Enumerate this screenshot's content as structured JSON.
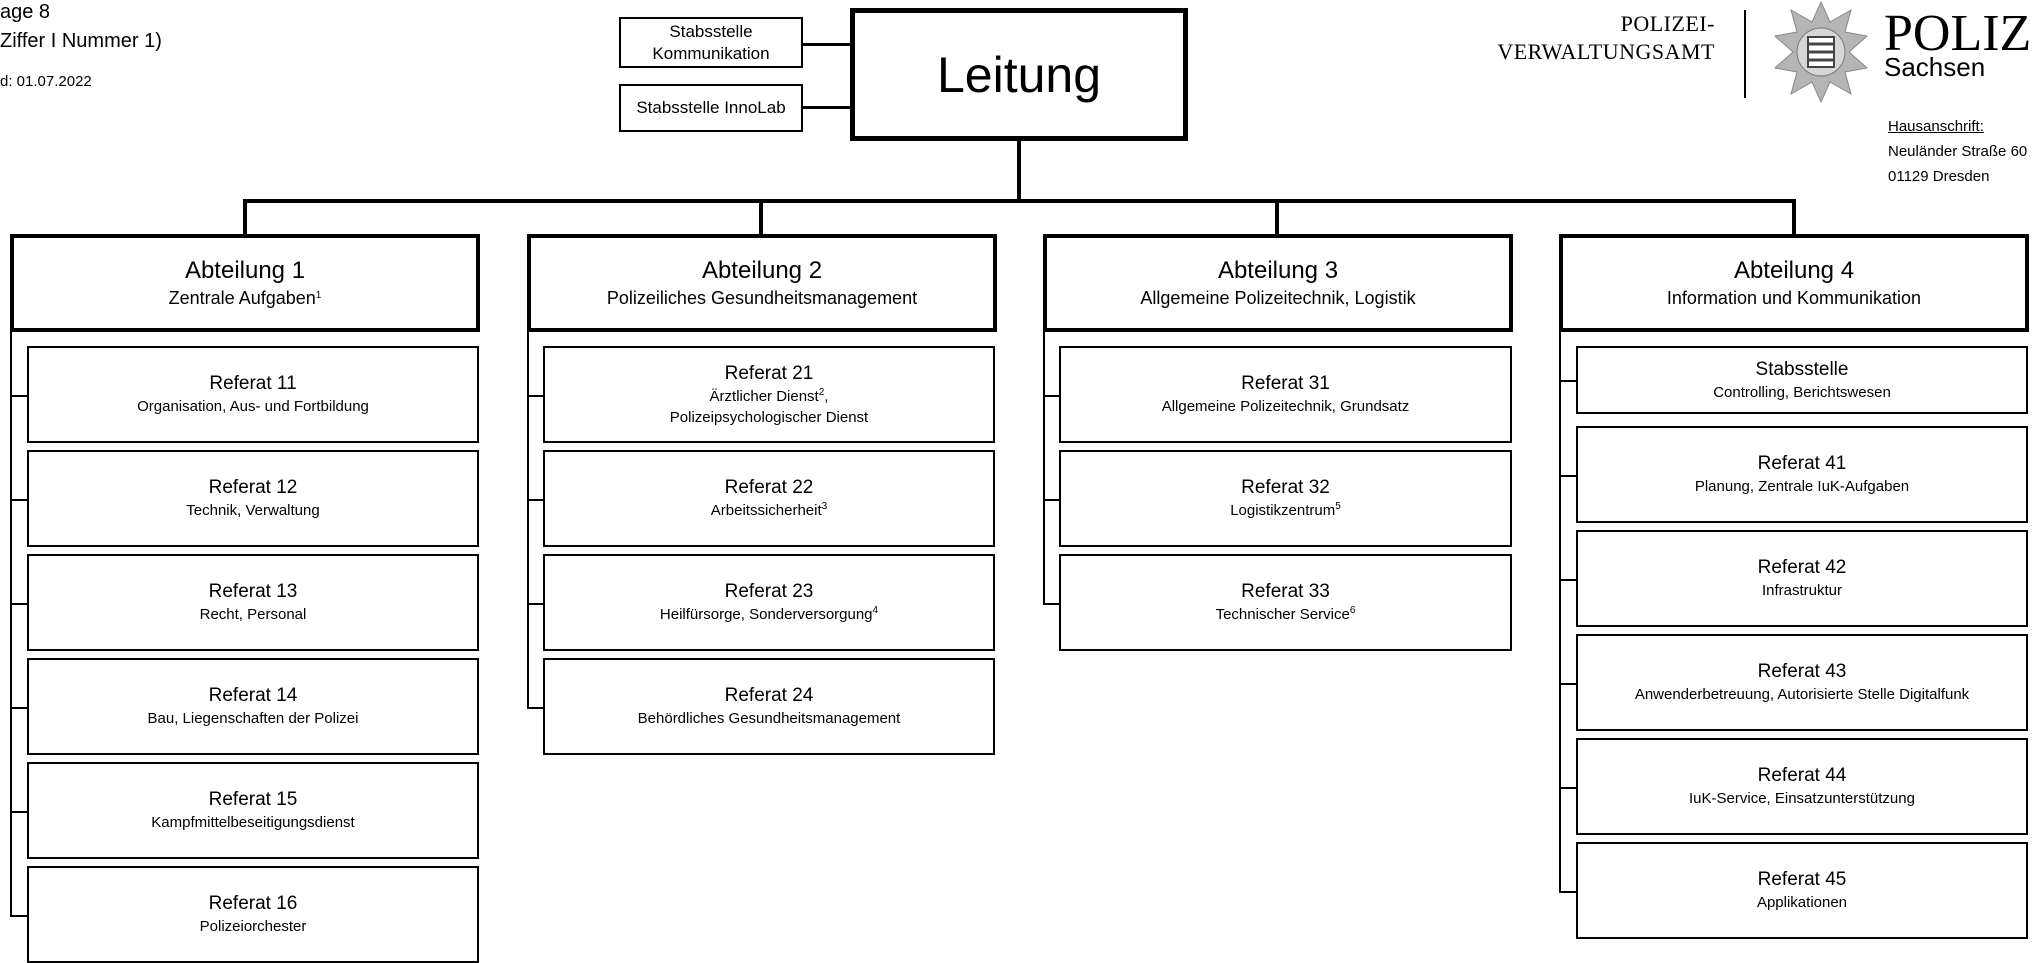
{
  "header": {
    "line1": "age 8",
    "line2": "Ziffer I Nummer 1)",
    "line3": "d: 01.07.2022"
  },
  "logo": {
    "agency_line1": "POLIZEI-",
    "agency_line2": "VERWALTUNGSAMT",
    "brand": "POLIZ",
    "brand_sub": "Sachsen"
  },
  "address": {
    "label": "Hausanschrift:",
    "street": "Neuländer Straße 60",
    "city": "01129 Dresden"
  },
  "staff_units": [
    {
      "line1": "Stabsstelle",
      "line2": "Kommunikation"
    },
    {
      "line1": "Stabsstelle InnoLab"
    }
  ],
  "leitung": "Leitung",
  "departments": [
    {
      "title": "Abteilung 1",
      "subtitle": "Zentrale Aufgaben",
      "sup": "1",
      "units": [
        {
          "title": "Referat 11",
          "lines": [
            "Organisation, Aus- und Fortbildung"
          ]
        },
        {
          "title": "Referat 12",
          "lines": [
            "Technik, Verwaltung"
          ]
        },
        {
          "title": "Referat 13",
          "lines": [
            "Recht, Personal"
          ]
        },
        {
          "title": "Referat 14",
          "lines": [
            "Bau, Liegenschaften der Polizei"
          ]
        },
        {
          "title": "Referat 15",
          "lines": [
            "Kampfmittelbeseitigungsdienst"
          ]
        },
        {
          "title": "Referat 16",
          "lines": [
            "Polizeiorchester"
          ]
        }
      ]
    },
    {
      "title": "Abteilung 2",
      "subtitle": "Polizeiliches Gesundheitsmanagement",
      "units": [
        {
          "title": "Referat 21",
          "lines": [
            "Ärztlicher Dienst",
            "Polizeipsychologischer Dienst"
          ],
          "sups": [
            "2",
            ""
          ],
          "suffixes": [
            ",",
            ""
          ]
        },
        {
          "title": "Referat 22",
          "lines": [
            "Arbeitssicherheit"
          ],
          "sups": [
            "3"
          ]
        },
        {
          "title": "Referat 23",
          "lines": [
            "Heilfürsorge, Sonderversorgung"
          ],
          "sups": [
            "4"
          ]
        },
        {
          "title": "Referat 24",
          "lines": [
            "Behördliches Gesundheitsmanagement"
          ]
        }
      ]
    },
    {
      "title": "Abteilung 3",
      "subtitle": "Allgemeine Polizeitechnik, Logistik",
      "units": [
        {
          "title": "Referat 31",
          "lines": [
            "Allgemeine Polizeitechnik, Grundsatz"
          ]
        },
        {
          "title": "Referat 32",
          "lines": [
            "Logistikzentrum"
          ],
          "sups": [
            "5"
          ]
        },
        {
          "title": "Referat 33",
          "lines": [
            "Technischer Service"
          ],
          "sups": [
            "6"
          ]
        }
      ]
    },
    {
      "title": "Abteilung 4",
      "subtitle": "Information und Kommunikation",
      "units": [
        {
          "title": "Stabsstelle",
          "lines": [
            "Controlling, Berichtswesen"
          ]
        },
        {
          "title": "Referat 41",
          "lines": [
            "Planung,  Zentrale IuK-Aufgaben"
          ]
        },
        {
          "title": "Referat 42",
          "lines": [
            "Infrastruktur"
          ]
        },
        {
          "title": "Referat 43",
          "lines": [
            "Anwenderbetreuung, Autorisierte Stelle Digitalfunk"
          ]
        },
        {
          "title": "Referat 44",
          "lines": [
            "IuK-Service, Einsatzunterstützung"
          ]
        },
        {
          "title": "Referat 45",
          "lines": [
            "Applikationen"
          ]
        }
      ]
    }
  ]
}
